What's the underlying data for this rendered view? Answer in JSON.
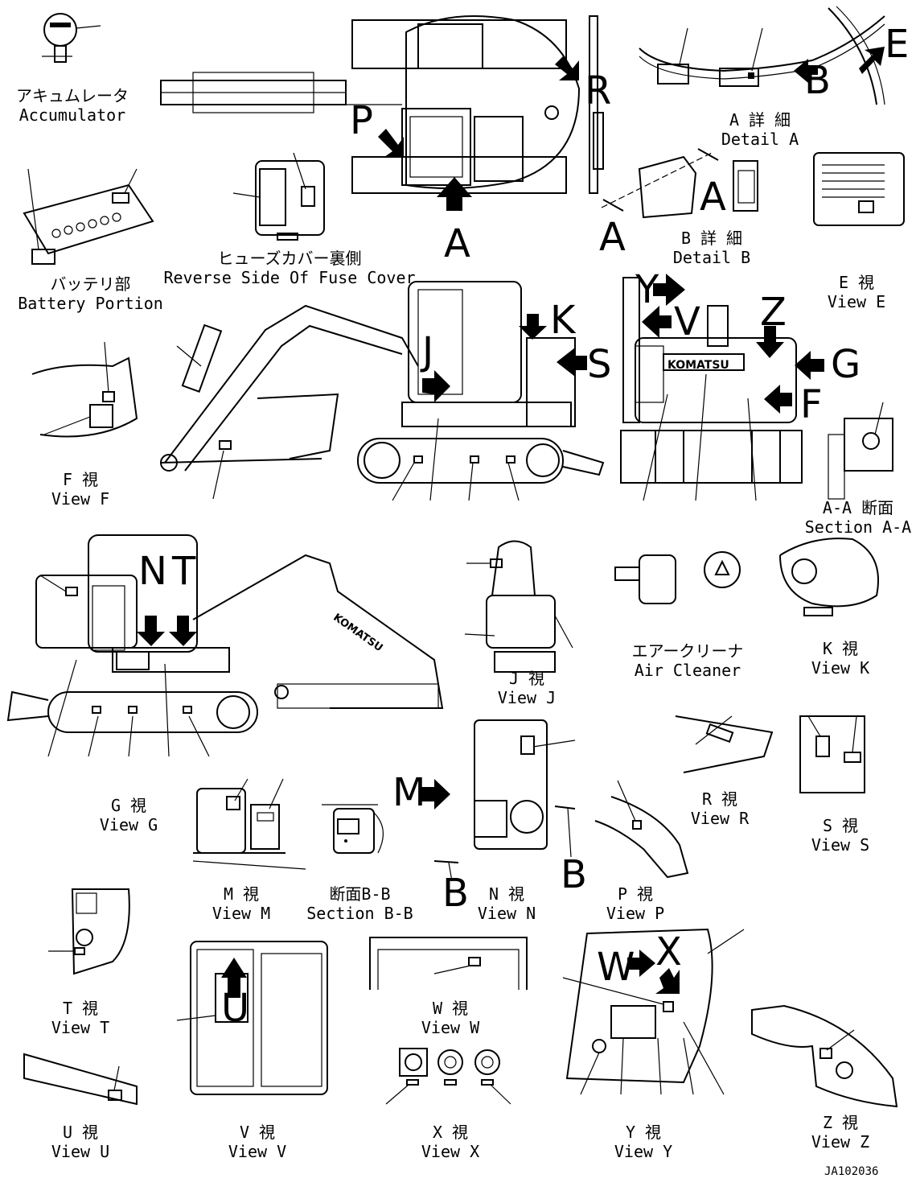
{
  "drawing_code": "JA102036",
  "letters": {
    "P": "P",
    "R": "R",
    "A": "A",
    "B": "B",
    "E": "E",
    "J": "J",
    "K": "K",
    "S": "S",
    "Y": "Y",
    "V": "V",
    "Z": "Z",
    "G": "G",
    "F": "F",
    "N": "N",
    "T": "T",
    "M": "M",
    "U": "U",
    "W": "W",
    "X": "X"
  },
  "labels": {
    "accumulator_jp": "アキュムレータ",
    "accumulator_en": "Accumulator",
    "fuse_jp": "ヒューズカバー裏側",
    "fuse_en": "Reverse Side Of Fuse Cover",
    "battery_jp": "バッテリ部",
    "battery_en": "Battery Portion",
    "detail_a_jp": "A 詳 細",
    "detail_a_en": "Detail A",
    "detail_b_jp": "B 詳 細",
    "detail_b_en": "Detail B",
    "view_e_jp": "E 視",
    "view_e_en": "View E",
    "view_f_jp": "F 視",
    "view_f_en": "View F",
    "section_aa_jp": "A-A 断面",
    "section_aa_en": "Section A-A",
    "view_j_jp": "J 視",
    "view_j_en": "View J",
    "air_cleaner_jp": "エアークリーナ",
    "air_cleaner_en": "Air Cleaner",
    "view_k_jp": "K 視",
    "view_k_en": "View K",
    "view_g_jp": "G 視",
    "view_g_en": "View G",
    "view_r_jp": "R 視",
    "view_r_en": "View R",
    "view_s_jp": "S 視",
    "view_s_en": "View S",
    "view_m_jp": "M 視",
    "view_m_en": "View M",
    "section_bb_jp": "断面B-B",
    "section_bb_en": "Section B-B",
    "view_n_jp": "N 視",
    "view_n_en": "View N",
    "view_p_jp": "P 視",
    "view_p_en": "View P",
    "view_t_jp": "T 視",
    "view_t_en": "View T",
    "view_w_jp": "W 視",
    "view_w_en": "View W",
    "view_u_jp": "U 視",
    "view_u_en": "View U",
    "view_v_jp": "V 視",
    "view_v_en": "View V",
    "view_x_jp": "X 視",
    "view_x_en": "View X",
    "view_y_jp": "Y 視",
    "view_y_en": "View Y",
    "view_z_jp": "Z 視",
    "view_z_en": "View Z"
  },
  "brand": "KOMATSU"
}
